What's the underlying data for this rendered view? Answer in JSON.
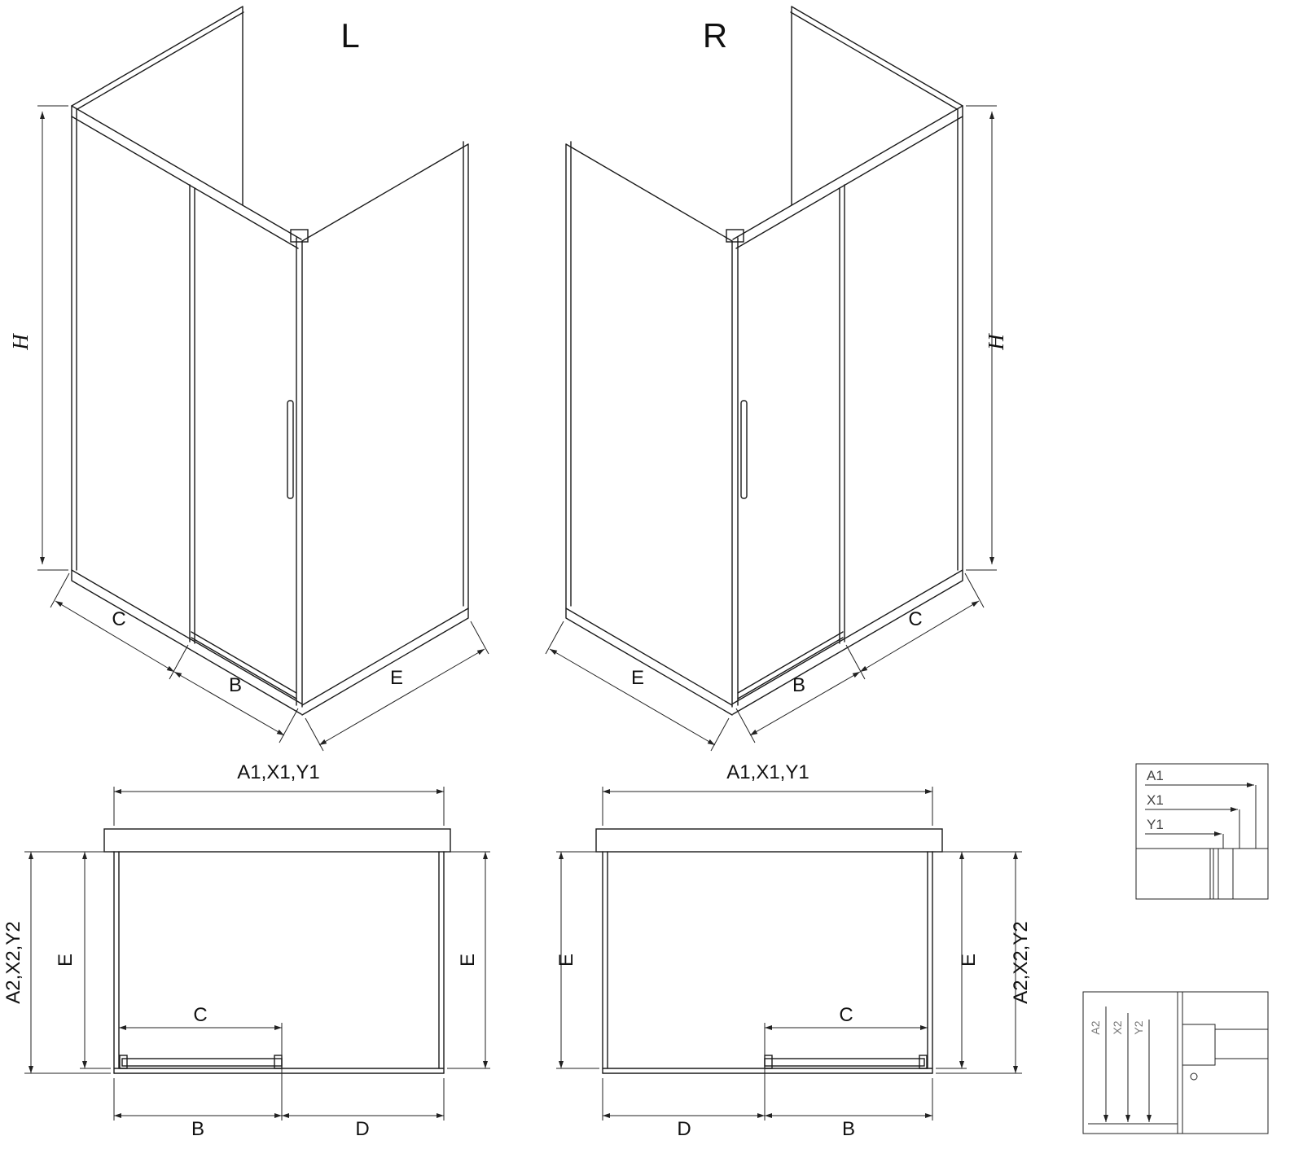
{
  "labels": {
    "variant_left": "L",
    "variant_right": "R",
    "height": "H",
    "b": "B",
    "c": "C",
    "d": "D",
    "e": "E",
    "a1x1y1": "A1,X1,Y1",
    "a2x2y2": "A2,X2,Y2",
    "a1": "A1",
    "x1": "X1",
    "y1": "Y1",
    "a2": "A2",
    "x2": "X2",
    "y2": "Y2"
  },
  "colors": {
    "line": "#1a1a1a",
    "background": "#ffffff"
  }
}
